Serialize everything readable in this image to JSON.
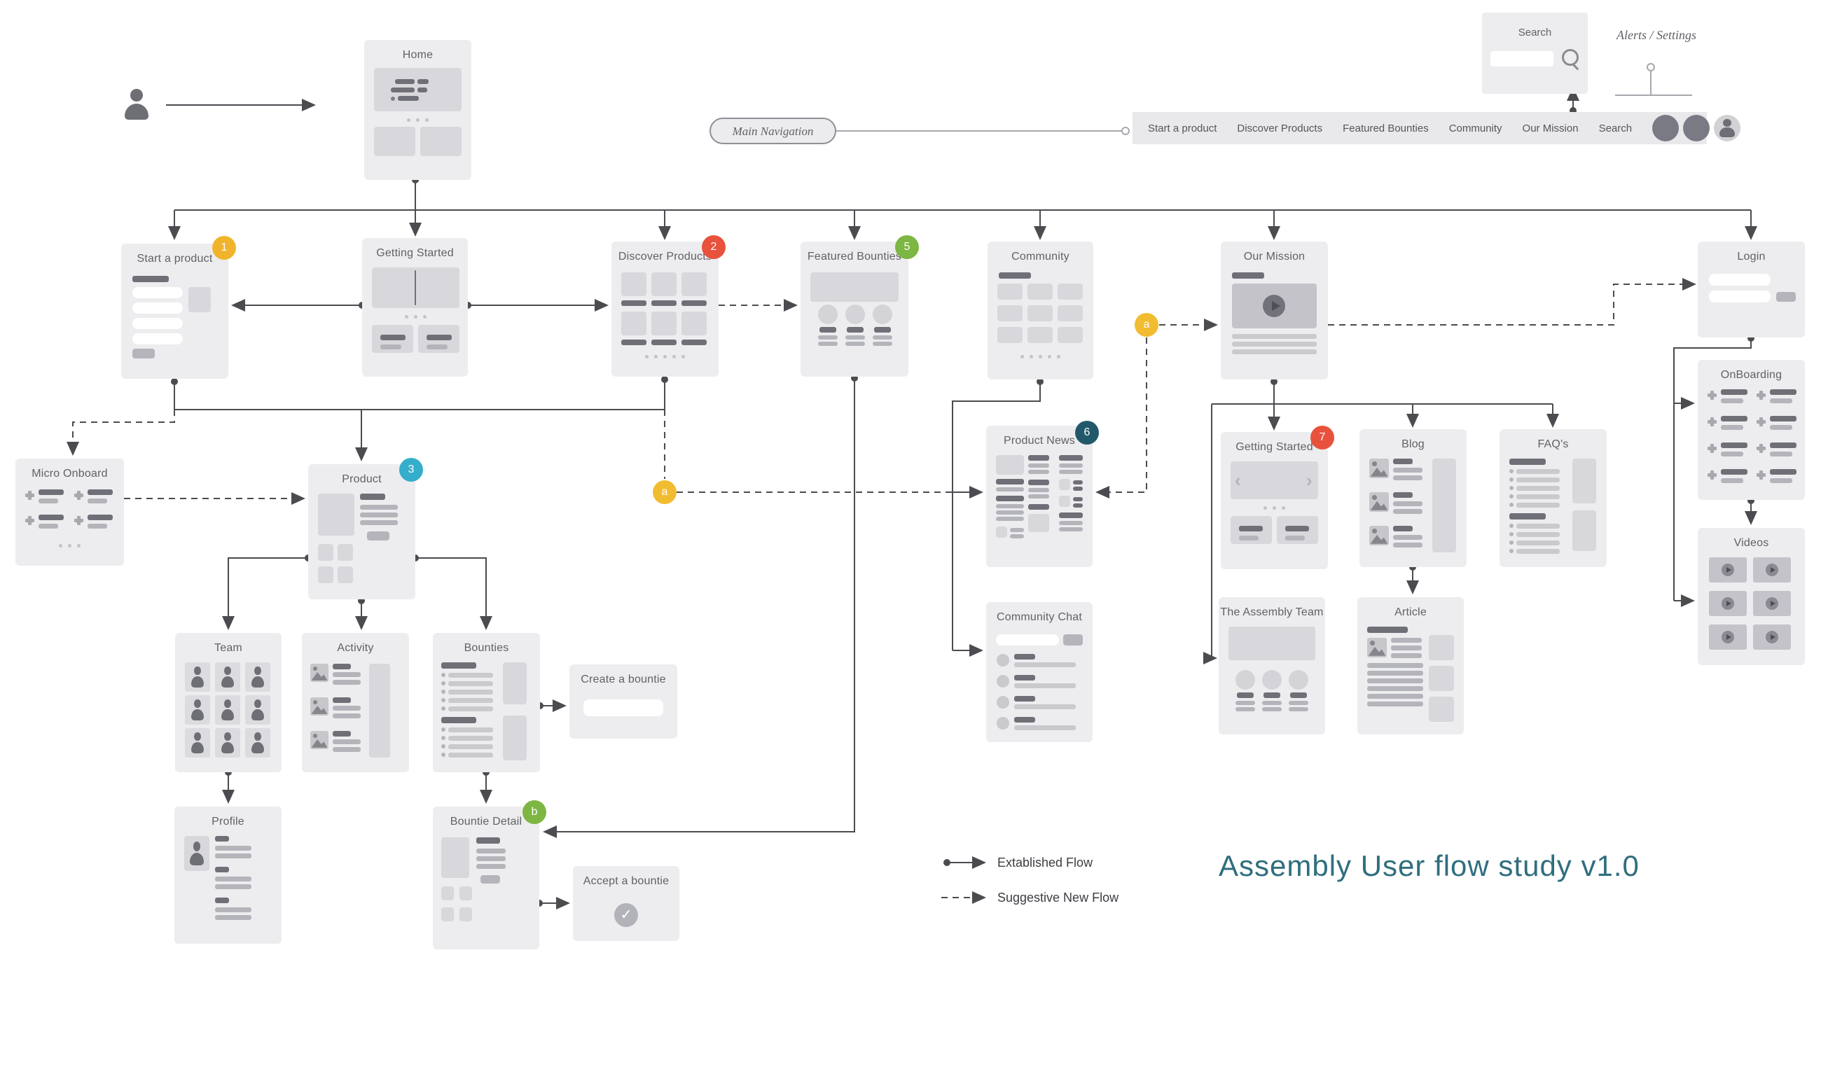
{
  "title": {
    "text": "Assembly User flow study v1.0",
    "color": "#2f6e7e"
  },
  "legend": {
    "established_label": "Extablished Flow",
    "suggestive_label": "Suggestive New Flow"
  },
  "search_widget": {
    "label": "Search",
    "input_value": ""
  },
  "alerts_settings": {
    "label": "Alerts / Settings"
  },
  "main_navigation": {
    "label": "Main Navigation",
    "items": [
      "Start a product",
      "Discover Products",
      "Featured Bounties",
      "Community",
      "Our Mission",
      "Search"
    ]
  },
  "nodes": {
    "home": {
      "title": "Home"
    },
    "start_a_product": {
      "title": "Start a product"
    },
    "getting_started": {
      "title": "Getting Started"
    },
    "discover_products": {
      "title": "Discover Products"
    },
    "featured_bounties": {
      "title": "Featured Bounties"
    },
    "community": {
      "title": "Community"
    },
    "our_mission": {
      "title": "Our Mission"
    },
    "login": {
      "title": "Login"
    },
    "micro_onboard": {
      "title": "Micro Onboard"
    },
    "product": {
      "title": "Product"
    },
    "product_news": {
      "title": "Product News"
    },
    "community_chat": {
      "title": "Community Chat"
    },
    "getting_started_2": {
      "title": "Getting Started"
    },
    "blog": {
      "title": "Blog"
    },
    "faqs": {
      "title": "FAQ's"
    },
    "assembly_team": {
      "title": "The Assembly Team"
    },
    "article": {
      "title": "Article"
    },
    "team": {
      "title": "Team"
    },
    "activity": {
      "title": "Activity"
    },
    "bounties": {
      "title": "Bounties"
    },
    "create_a_bountie": {
      "title": "Create a bountie"
    },
    "profile": {
      "title": "Profile"
    },
    "bountie_detail": {
      "title": "Bountie Detail"
    },
    "accept_a_bountie": {
      "title": "Accept a bountie"
    },
    "onboarding": {
      "title": "OnBoarding"
    },
    "videos": {
      "title": "Videos"
    }
  },
  "badges": {
    "n1": {
      "label": "1",
      "color": "#f0b42c"
    },
    "n2": {
      "label": "2",
      "color": "#e8513c"
    },
    "n3": {
      "label": "3",
      "color": "#35aecb"
    },
    "n5": {
      "label": "5",
      "color": "#7db643"
    },
    "n6": {
      "label": "6",
      "color": "#21596b"
    },
    "n7": {
      "label": "7",
      "color": "#e8513c"
    },
    "a1": {
      "label": "a",
      "color": "#f2bc31"
    },
    "a2": {
      "label": "a",
      "color": "#f2bc31"
    },
    "b": {
      "label": "b",
      "color": "#7db643"
    }
  },
  "colors": {
    "flow_line": "#4b4b50",
    "card_bg": "#ededef"
  }
}
